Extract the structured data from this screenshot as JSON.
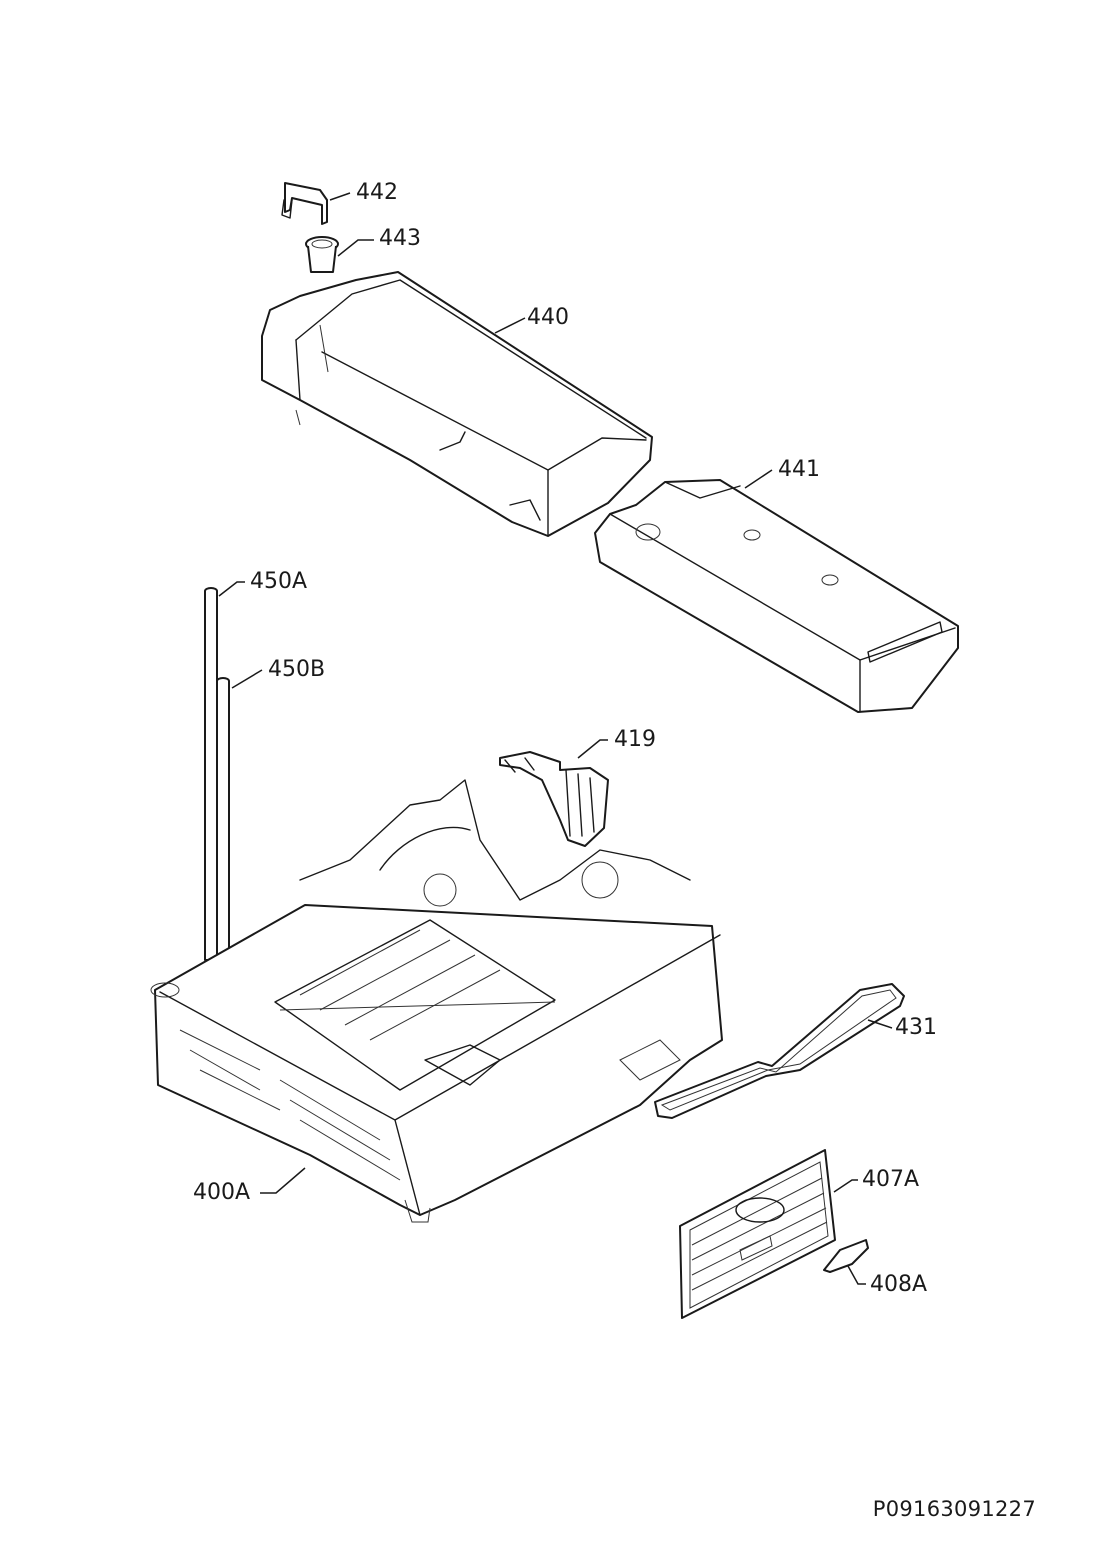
{
  "diagram": {
    "callouts": [
      {
        "id": "442",
        "label": "442"
      },
      {
        "id": "443",
        "label": "443"
      },
      {
        "id": "440",
        "label": "440"
      },
      {
        "id": "441",
        "label": "441"
      },
      {
        "id": "450A",
        "label": "450A"
      },
      {
        "id": "450B",
        "label": "450B"
      },
      {
        "id": "419",
        "label": "419"
      },
      {
        "id": "431",
        "label": "431"
      },
      {
        "id": "400A",
        "label": "400A"
      },
      {
        "id": "407A",
        "label": "407A"
      },
      {
        "id": "408A",
        "label": "408A"
      }
    ],
    "document_code": "P09163091227"
  }
}
